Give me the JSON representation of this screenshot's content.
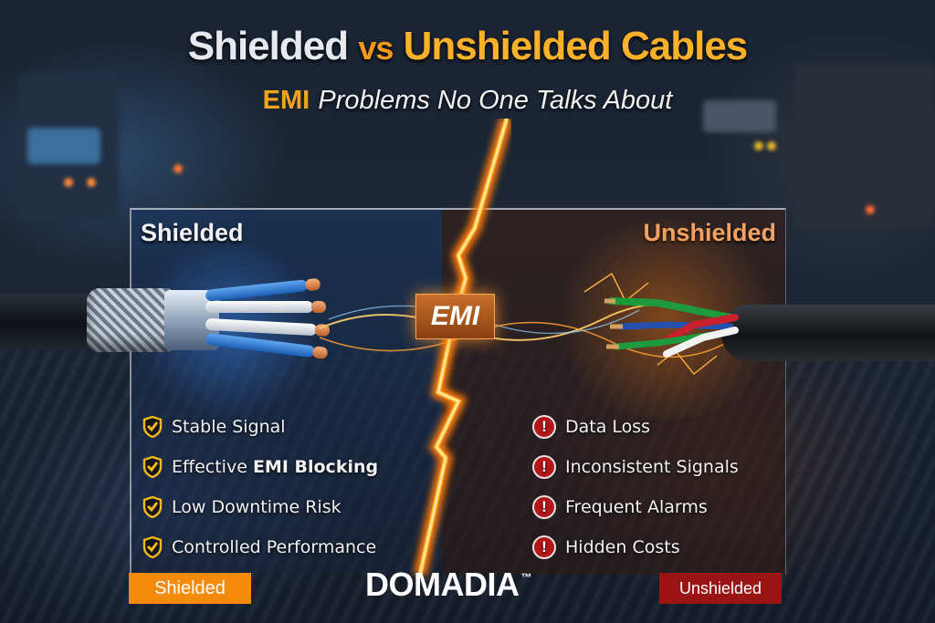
{
  "header": {
    "title_part1": "Shielded",
    "title_vs": "vs",
    "title_part2": "Unshielded Cables",
    "subtitle_highlight": "EMI",
    "subtitle_rest": "Problems No One Talks About"
  },
  "panel": {
    "left_label": "Shielded",
    "right_label": "Unshielded",
    "center_badge": "EMI"
  },
  "shielded_benefits": [
    {
      "icon": "shield-check-icon",
      "text": "Stable Signal",
      "bold": ""
    },
    {
      "icon": "shield-check-icon",
      "text": "Effective ",
      "bold": "EMI Blocking"
    },
    {
      "icon": "shield-check-icon",
      "text": "Low Downtime Risk",
      "bold": ""
    },
    {
      "icon": "shield-check-icon",
      "text": "Controlled Performance",
      "bold": ""
    }
  ],
  "unshielded_problems": [
    {
      "icon": "warning-exclamation-icon",
      "text": "Data Loss"
    },
    {
      "icon": "warning-exclamation-icon",
      "text": "Inconsistent Signals"
    },
    {
      "icon": "warning-exclamation-icon",
      "text": "Frequent Alarms"
    },
    {
      "icon": "warning-exclamation-icon",
      "text": "Hidden Costs"
    }
  ],
  "footer": {
    "left_tag": "Shielded",
    "brand": "DOMADIA",
    "trademark": "™",
    "right_tag": "Unshielded"
  },
  "colors": {
    "accent_orange": "#f58a0b",
    "title_orange": "#fbb128",
    "unshielded_red": "#9b1414",
    "warning_red": "#b3171a",
    "shield_yellow": "#f5b81c",
    "unshielded_label": "#f3a264"
  },
  "warning_glyph": "!"
}
